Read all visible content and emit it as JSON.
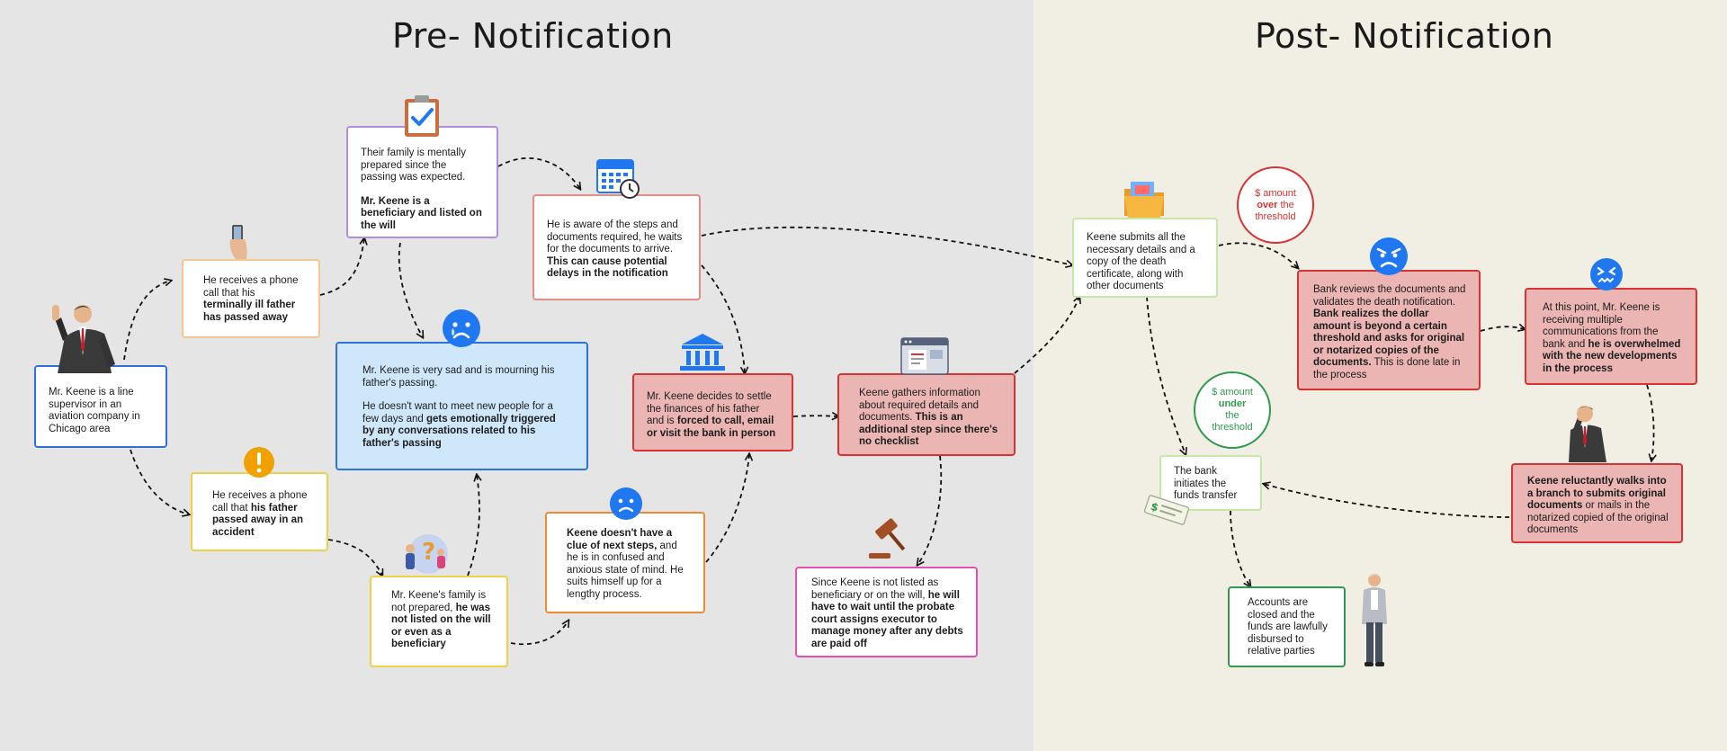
{
  "titles": {
    "pre": "Pre- Notification",
    "post": "Post- Notification"
  },
  "cards": {
    "intro": {
      "t": "Mr. Keene is a line supervisor in an aviation company in Chicago area"
    },
    "call_ill": {
      "t": "He receives a phone call that his ",
      "b": "terminally ill father has passed away"
    },
    "call_accident": {
      "t": "He receives a phone call that ",
      "b": "his father passed away in an accident"
    },
    "prepared": {
      "t": "Their family is mentally prepared since the passing was expected.",
      "b": "Mr. Keene is a beneficiary and listed on the will"
    },
    "aware": {
      "t": "He is aware of the steps and documents required, he waits for the documents to arrive. ",
      "b": "This can cause potential delays in the notification"
    },
    "sad": {
      "t": "Mr. Keene is very sad and is mourning his father's passing.",
      "t2": "He doesn't want to meet new people for a few days and ",
      "b2": "gets emotionally triggered by any conversations related to his father's passing"
    },
    "not_prepared": {
      "t": "Mr. Keene's family is not prepared, ",
      "b": "he was not listed on the will or even as a beneficiary"
    },
    "no_clue": {
      "b": "Keene doesn't have a clue of next steps,",
      "t": " and he is in confused and anxious state of mind. He suits himself up for a lengthy process."
    },
    "settle": {
      "t": "Mr. Keene decides to settle the finances of his father and is ",
      "b": "forced to call, email or visit the bank in person"
    },
    "gathers": {
      "t": "Keene gathers information about required details and documents. ",
      "b": "This is an additional step since there's no checklist"
    },
    "probate": {
      "t": "Since Keene is not listed as beneficiary or on the will, ",
      "b": "he will have to wait until the probate court assigns executor to manage money after any debts are paid off"
    },
    "submits": {
      "t": "Keene submits all the necessary details and a copy of the death certificate, along with other documents"
    },
    "bank_reviews": {
      "t": "Bank reviews the documents and validates the death notification. ",
      "b": "Bank realizes the dollar amount is beyond a certain threshold and asks for original or notarized copies of the documents.",
      "t2": " This is done late in the process"
    },
    "overwhelmed": {
      "t": "At this point, Mr. Keene is receiving multiple communications from the bank and ",
      "b": "he is overwhelmed with the new developments in the process"
    },
    "branch": {
      "b": "Keene reluctantly walks into a branch to submits original documents",
      "t": " or mails in the notarized copied of the original documents"
    },
    "transfer": {
      "t": "The bank initiates the funds transfer"
    },
    "closed": {
      "t": "Accounts are closed and the funds are lawfully disbursed to relative parties"
    }
  },
  "thresholds": {
    "over": {
      "pre": "$ amount",
      "key": "over",
      "mid": " the",
      "post": "threshold",
      "color": "#d83232"
    },
    "under": {
      "pre": "$ amount",
      "key": "under",
      "mid": "the",
      "post": "threshold",
      "color": "#2f9a4f"
    }
  },
  "icons": [
    "person-waving-icon",
    "phone-icon",
    "warning-icon",
    "clipboard-check-icon",
    "calendar-clock-icon",
    "sad-face-icon",
    "worried-face-icon",
    "family-question-icon",
    "bank-icon",
    "browser-document-icon",
    "gavel-icon",
    "folder-icon",
    "angry-face-icon",
    "stressed-face-icon",
    "person-facepalm-icon",
    "check-payment-icon",
    "person-standing-icon"
  ],
  "colors": {
    "blue_icon": "#1f78f0",
    "warning": "#f0a100"
  }
}
